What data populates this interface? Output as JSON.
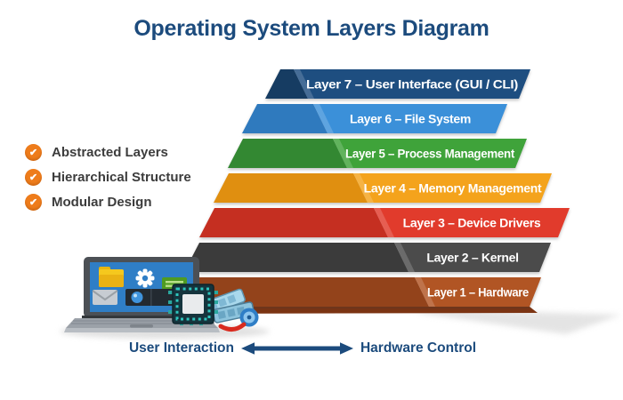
{
  "title": "Operating System Layers Diagram",
  "title_color": "#1C4B7D",
  "features": {
    "check_color": "#EE7C1B",
    "items": [
      {
        "label": "Abstracted Layers",
        "icon": "check-icon"
      },
      {
        "label": "Hierarchical Structure",
        "icon": "check-icon"
      },
      {
        "label": "Modular Design",
        "icon": "check-icon"
      }
    ]
  },
  "layers": [
    {
      "num": 7,
      "label": "Layer 7 – User Interface (GUI / CLI)",
      "face": "#1E4E80",
      "side": "#163C62"
    },
    {
      "num": 6,
      "label": "Layer 6 – File System",
      "face": "#3B90D9",
      "side": "#2F7ABE"
    },
    {
      "num": 5,
      "label": "Layer 5 – Process Management",
      "face": "#3FA33A",
      "side": "#338832"
    },
    {
      "num": 4,
      "label": "Layer 4 – Memory Management",
      "face": "#F4A31C",
      "side": "#E08F10"
    },
    {
      "num": 3,
      "label": "Layer 3 – Device Drivers",
      "face": "#E13B2C",
      "side": "#C52F21"
    },
    {
      "num": 2,
      "label": "Layer 2 – Kernel",
      "face": "#4B4B4B",
      "side": "#3B3B3B"
    },
    {
      "num": 1,
      "label": "Layer 1 – Hardware",
      "face": "#B15524",
      "side": "#93431B"
    }
  ],
  "footer": {
    "left_label": "User Interaction",
    "right_label": "Hardware Control",
    "arrow_color": "#1C4B7D"
  }
}
